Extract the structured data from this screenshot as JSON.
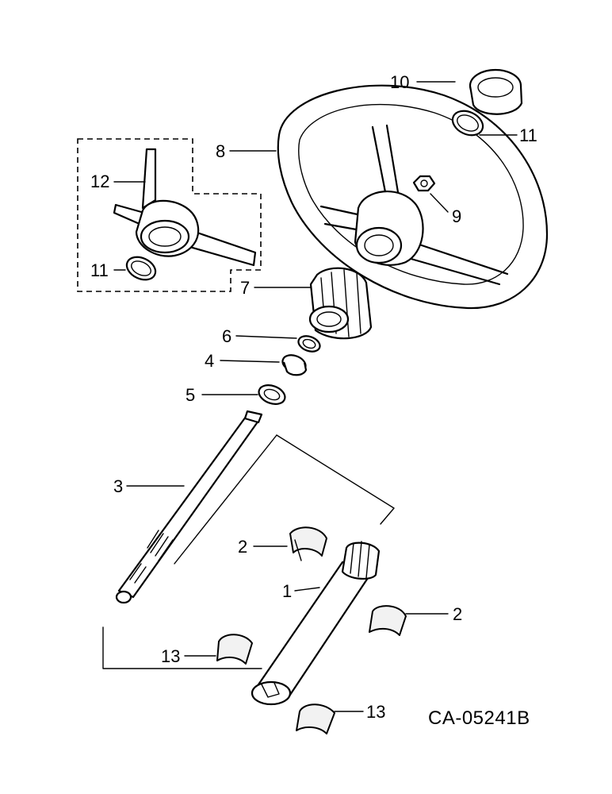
{
  "diagram": {
    "drawing_code": "CA-05241B",
    "callouts": {
      "c1": "1",
      "c2a": "2",
      "c2b": "2",
      "c3": "3",
      "c4": "4",
      "c5": "5",
      "c6": "6",
      "c7": "7",
      "c8": "8",
      "c9": "9",
      "c10": "10",
      "c11a": "11",
      "c11b": "11",
      "c12": "12",
      "c13a": "13",
      "c13b": "13"
    }
  }
}
